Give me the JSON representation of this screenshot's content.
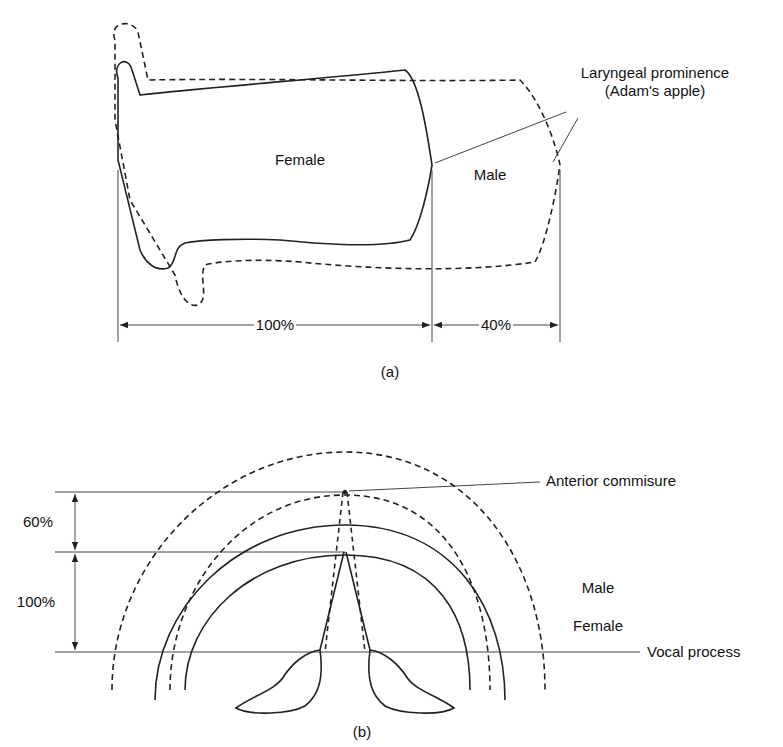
{
  "diagram": {
    "labels": [
      "Laryngeal prominence (Adam's apple)",
      "Female",
      "Male",
      "100%",
      "40%",
      "(a)",
      "Anterior commisure",
      "60%",
      "100%",
      "Male",
      "Female",
      "Vocal process",
      "(b)"
    ]
  }
}
